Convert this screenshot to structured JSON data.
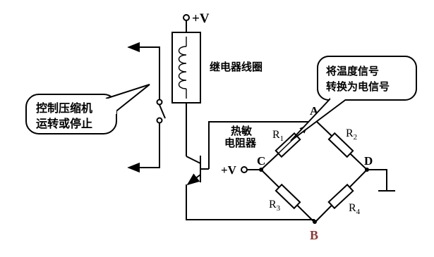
{
  "supply": {
    "top_label": "+V",
    "left_label": "+V"
  },
  "relay": {
    "label": "继电器线圈"
  },
  "callouts": {
    "switch_control": {
      "line1": "控制压缩机",
      "line2": "运转或停止"
    },
    "conversion": {
      "line1": "将温度信号",
      "line2": "转换为电信号"
    }
  },
  "thermistor": {
    "line1": "热敏",
    "line2": "电阻器"
  },
  "nodes": {
    "A": "A",
    "B": "B",
    "C": "C",
    "D": "D"
  },
  "resistors": {
    "R1": {
      "main": "R",
      "sub": "1"
    },
    "R2": {
      "main": "R",
      "sub": "2"
    },
    "R3": {
      "main": "R",
      "sub": "3"
    },
    "R4": {
      "main": "R",
      "sub": "4"
    }
  },
  "colors": {
    "line": "#000000",
    "node_B": "#8b3a3a"
  }
}
